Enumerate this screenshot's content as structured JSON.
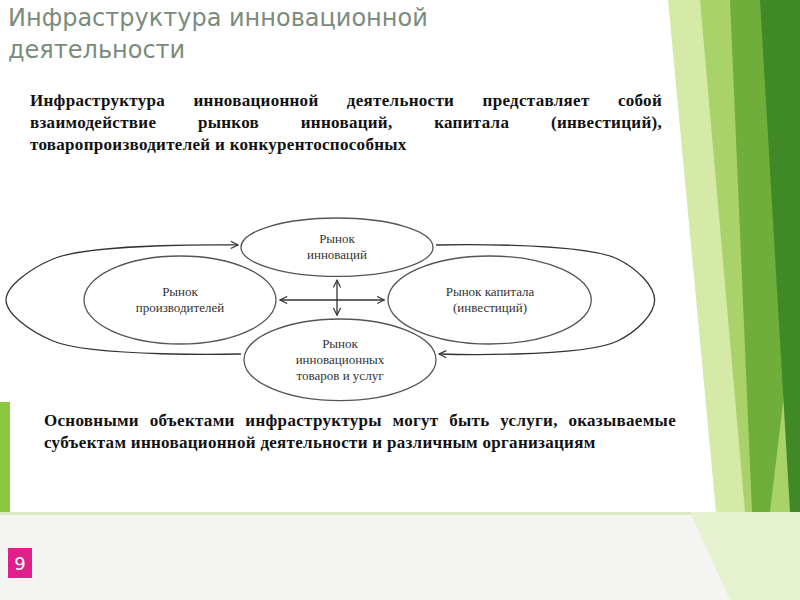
{
  "diagram": {
    "title": "Инфраструктура инновационной деятельности",
    "nodes": [
      {
        "text": [
          "Рынок инноваций"
        ]
      },
      {
        "text": [
          "Рынок производителей"
        ]
      },
      {
        "text": [
          "Рынок капитала (инвестиций)"
        ]
      },
      {
        "text": [
          "Рынок инновационных товаров и услуг"
        ]
      }
    ],
    "edges": [
      {
        "from": 0,
        "to": 3,
        "arrow": "both"
      },
      {
        "from": 1,
        "to": 2,
        "arrow": "both"
      },
      {
        "from": 3,
        "to": 0,
        "arrow": "to"
      },
      {
        "from": 0,
        "to": 3,
        "arrow": "to"
      }
    ],
    "labels": [
      "Инфраструктура инновационной деятельности представляет собой взаимодействие рынков инноваций, капитала (инвестиций), товаропроизводителей и конкурентоспособных",
      "Основными объектами инфраструктуры могут быть услуги, оказываемые субъектам инновационной деятельности и различным организациям",
      "9"
    ]
  }
}
